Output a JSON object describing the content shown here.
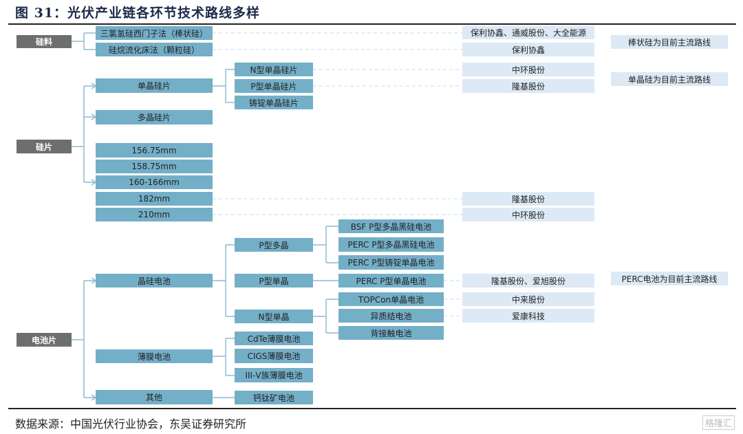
{
  "title": "图 31：光伏产业链各环节技术路线多样",
  "source": "数据来源：中国光伏行业协会，东吴证券研究所",
  "watermark": "格隆汇",
  "categories": {
    "silicon_material": "硅料",
    "wafer": "硅片",
    "cell": "电池片"
  },
  "material": {
    "routes": [
      "三氯氢硅西门子法（棒状硅）",
      "硅烷流化床法（颗粒硅）"
    ],
    "companies": [
      "保利协鑫、通威股份、大全能源",
      "保利协鑫"
    ],
    "note": "棒状硅为目前主流路线"
  },
  "wafer": {
    "types": [
      "单晶硅片",
      "多晶硅片"
    ],
    "mono_subtypes": [
      "N型单晶硅片",
      "P型单晶硅片",
      "铸锭单晶硅片"
    ],
    "sizes": [
      "156.75mm",
      "158.75mm",
      "160-166mm",
      "182mm",
      "210mm"
    ],
    "companies": [
      "中环股份",
      "隆基股份",
      "隆基股份",
      "中环股份"
    ],
    "note": "单晶硅为目前主流路线"
  },
  "cell": {
    "types": [
      "晶硅电池",
      "薄膜电池",
      "其他"
    ],
    "crystal_sub": [
      "P型多晶",
      "P型单晶",
      "N型单晶"
    ],
    "thin_film": [
      "CdTe薄膜电池",
      "CIGS薄膜电池",
      "III-Ⅴ族薄膜电池"
    ],
    "other": [
      "钙钛矿电池"
    ],
    "p_multi": [
      "BSF P型多晶黑硅电池",
      "PERC P型多晶黑硅电池",
      "PERC P型铸锭单晶电池"
    ],
    "p_mono": [
      "PERC P型单晶电池"
    ],
    "n_mono": [
      "TOPCon单晶电池",
      "异质结电池",
      "背接触电池"
    ],
    "companies": [
      "隆基股份、爱旭股份",
      "中来股份",
      "爱康科技"
    ],
    "note": "PERC电池为目前主流路线"
  },
  "colors": {
    "box": "#74afc8",
    "category": "#6e6e6e",
    "company": "#dde9f5",
    "line": "#8bbad0"
  }
}
